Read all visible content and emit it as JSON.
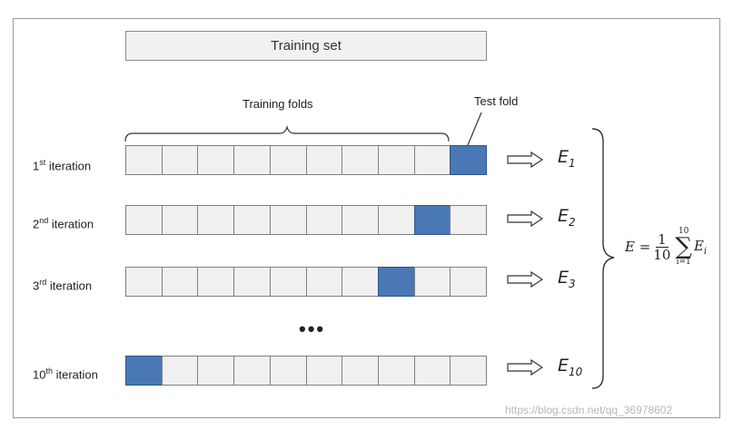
{
  "training_set_label": "Training set",
  "training_folds_label": "Training folds",
  "test_fold_label": "Test fold",
  "ellipsis": "•••",
  "fold_count": 10,
  "colors": {
    "test_fold": "#4a78b6",
    "train_fold": "#f0f0f0"
  },
  "iterations": [
    {
      "num": "1",
      "sup": "st",
      "word": "iteration",
      "test_index": 9,
      "e_base": "E",
      "e_sub": "1"
    },
    {
      "num": "2",
      "sup": "nd",
      "word": "iteration",
      "test_index": 8,
      "e_base": "E",
      "e_sub": "2"
    },
    {
      "num": "3",
      "sup": "rd",
      "word": "iteration",
      "test_index": 7,
      "e_base": "E",
      "e_sub": "3"
    },
    {
      "num": "10",
      "sup": "th",
      "word": "iteration",
      "test_index": 0,
      "e_base": "E",
      "e_sub": "10"
    }
  ],
  "formula": {
    "lhs": "E =",
    "numerator": "1",
    "denominator": "10",
    "sum_upper": "10",
    "sum_symbol": "∑",
    "sum_lower": "i=1",
    "term": "E",
    "term_sub": "i"
  },
  "watermark": "https://blog.csdn.net/qq_36978602"
}
